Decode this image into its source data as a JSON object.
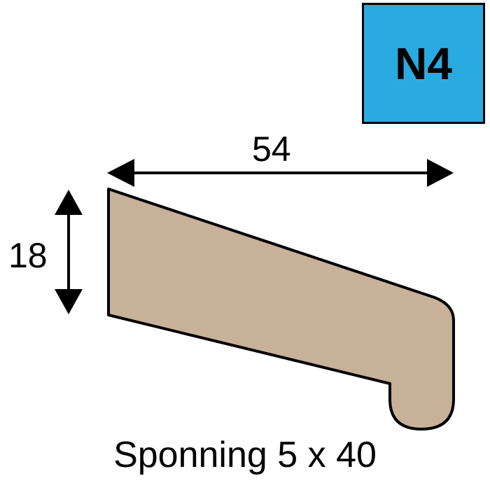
{
  "badge": {
    "text": "N4",
    "color": "#29abe2"
  },
  "dimensions": {
    "width": "54",
    "height": "18"
  },
  "caption": "Sponning 5 x 40",
  "profile_fill": "#c8b199"
}
